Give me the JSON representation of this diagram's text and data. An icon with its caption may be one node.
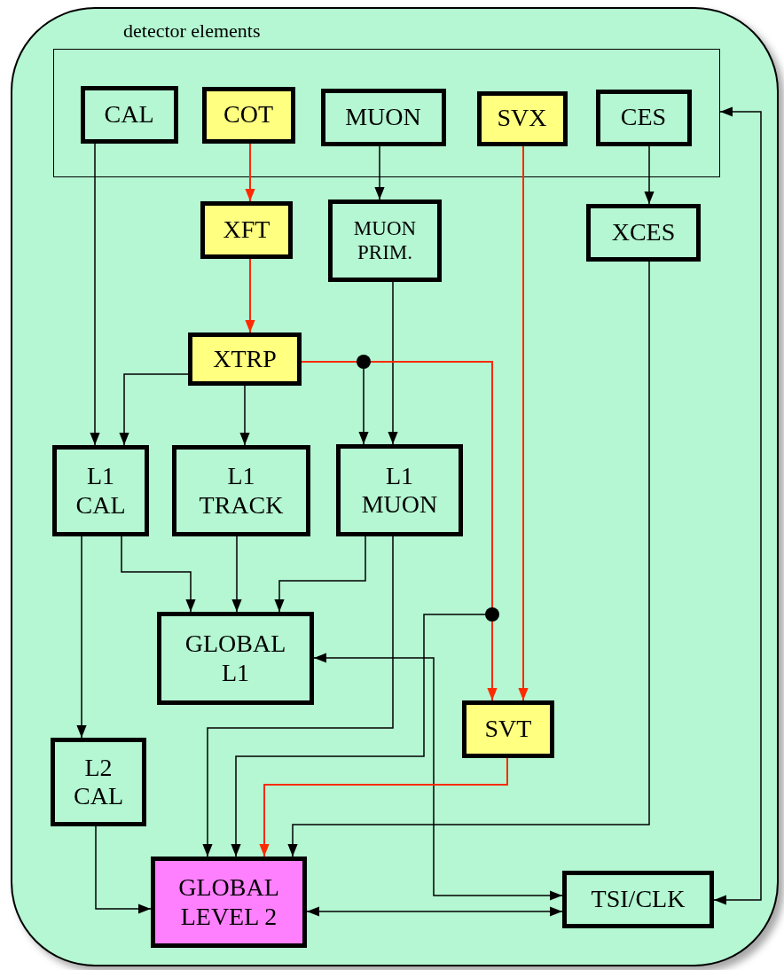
{
  "diagram": {
    "nodes": [
      {
        "text": [],
        "shape": "box"
      },
      {
        "text": [
          "detector elements"
        ],
        "in": 0
      },
      {
        "text": [
          "CAL"
        ],
        "in": 1
      },
      {
        "text": [
          "COT"
        ],
        "in": 1
      },
      {
        "text": [
          "MUON"
        ],
        "in": 1
      },
      {
        "text": [
          "SVX"
        ],
        "in": 1
      },
      {
        "text": [
          "CES"
        ],
        "in": 1
      },
      {
        "text": [
          "XFT"
        ],
        "in": 0
      },
      {
        "text": [
          "MUON PRIM."
        ],
        "in": 0
      },
      {
        "text": [
          "XCES"
        ],
        "in": 0
      },
      {
        "text": [
          "XTRP"
        ],
        "in": 0
      },
      {
        "text": [
          "L1 CAL"
        ],
        "in": 0
      },
      {
        "text": [
          "L1 TRACK"
        ],
        "in": 0
      },
      {
        "text": [
          "L1 MUON"
        ],
        "in": 0
      },
      {
        "text": [
          "GLOBAL L1"
        ],
        "in": 0
      },
      {
        "text": [
          "SVT"
        ],
        "in": 0
      },
      {
        "text": [
          "L2 CAL"
        ],
        "in": 0
      },
      {
        "text": [
          "GLOBAL LEVEL 2"
        ],
        "in": 0
      },
      {
        "text": [
          "TSI/CLK"
        ],
        "in": 0
      }
    ],
    "edges": [
      {
        "from": 3,
        "to": 7,
        "arrow": "to",
        "color": "#ff2a00"
      },
      {
        "from": 7,
        "to": 10,
        "arrow": "to",
        "color": "#ff2a00"
      },
      {
        "from": 4,
        "to": 8,
        "arrow": "to"
      },
      {
        "from": 6,
        "to": 9,
        "arrow": "to"
      },
      {
        "from": 2,
        "to": 11,
        "arrow": "to"
      },
      {
        "from": 10,
        "to": 11,
        "arrow": "to"
      },
      {
        "from": 10,
        "to": 12,
        "arrow": "to"
      },
      {
        "from": 10,
        "to": 13,
        "arrow": "to"
      },
      {
        "from": 8,
        "to": 13,
        "arrow": "to"
      },
      {
        "from": 10,
        "to": 15,
        "arrow": "to",
        "color": "#ff2a00"
      },
      {
        "from": 5,
        "to": 15,
        "arrow": "to",
        "color": "#ff2a00"
      },
      {
        "from": 11,
        "to": 14,
        "arrow": "to"
      },
      {
        "from": 12,
        "to": 14,
        "arrow": "to"
      },
      {
        "from": 13,
        "to": 14,
        "arrow": "to"
      },
      {
        "from": 11,
        "to": 16,
        "arrow": "to"
      },
      {
        "from": 13,
        "to": 17,
        "arrow": "to"
      },
      {
        "from": 10,
        "to": 17,
        "arrow": "to"
      },
      {
        "from": 15,
        "to": 17,
        "arrow": "to",
        "color": "#ff2a00"
      },
      {
        "from": 9,
        "to": 17,
        "arrow": "to"
      },
      {
        "from": 16,
        "to": 17,
        "arrow": "to"
      },
      {
        "from": 14,
        "to": 18,
        "arrow": "both"
      },
      {
        "from": 17,
        "to": 18,
        "arrow": "both"
      },
      {
        "from": 18,
        "to": 1,
        "arrow": "both"
      }
    ]
  }
}
